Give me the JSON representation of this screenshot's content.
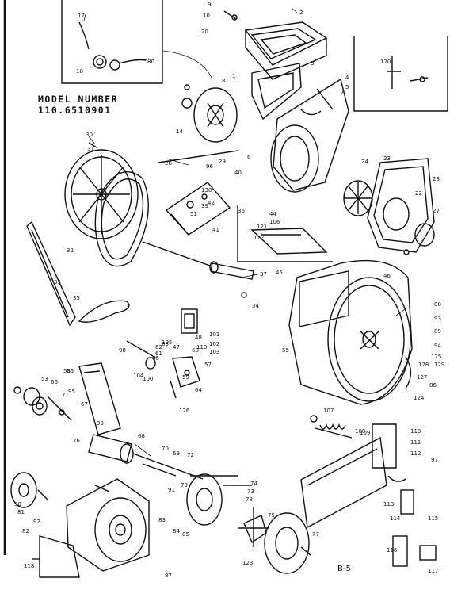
{
  "header": {
    "model_label": "MODEL NUMBER",
    "model_number": "110.6510901"
  },
  "page_label": "B-5",
  "callouts": [
    {
      "key": "17",
      "text": "17"
    },
    {
      "key": "18",
      "text": "18"
    },
    {
      "key": "80",
      "text": "80"
    },
    {
      "key": "1",
      "text": "1"
    },
    {
      "key": "2",
      "text": "2"
    },
    {
      "key": "3",
      "text": "3"
    },
    {
      "key": "4",
      "text": "4"
    },
    {
      "key": "5",
      "text": "5"
    },
    {
      "key": "6",
      "text": "6"
    },
    {
      "key": "7",
      "text": "7"
    },
    {
      "key": "8",
      "text": "8"
    },
    {
      "key": "9",
      "text": "9"
    },
    {
      "key": "10",
      "text": "10"
    },
    {
      "key": "14",
      "text": "14"
    },
    {
      "key": "20",
      "text": "20"
    },
    {
      "key": "22",
      "text": "22"
    },
    {
      "key": "23",
      "text": "23"
    },
    {
      "key": "24",
      "text": "24"
    },
    {
      "key": "26",
      "text": "26"
    },
    {
      "key": "27",
      "text": "27"
    },
    {
      "key": "28",
      "text": "28"
    },
    {
      "key": "29",
      "text": "29"
    },
    {
      "key": "30",
      "text": "30"
    },
    {
      "key": "31",
      "text": "31"
    },
    {
      "key": "32",
      "text": "32"
    },
    {
      "key": "33",
      "text": "33"
    },
    {
      "key": "34",
      "text": "34"
    },
    {
      "key": "35",
      "text": "35"
    },
    {
      "key": "36",
      "text": "36"
    },
    {
      "key": "37",
      "text": "37"
    },
    {
      "key": "39",
      "text": "39"
    },
    {
      "key": "40",
      "text": "40"
    },
    {
      "key": "41",
      "text": "41"
    },
    {
      "key": "42",
      "text": "42"
    },
    {
      "key": "44",
      "text": "44"
    },
    {
      "key": "45",
      "text": "45"
    },
    {
      "key": "46",
      "text": "46"
    },
    {
      "key": "47",
      "text": "47"
    },
    {
      "key": "48",
      "text": "48"
    },
    {
      "key": "51",
      "text": "51"
    },
    {
      "key": "53",
      "text": "53"
    },
    {
      "key": "55",
      "text": "55"
    },
    {
      "key": "56",
      "text": "56"
    },
    {
      "key": "57",
      "text": "57"
    },
    {
      "key": "58",
      "text": "58"
    },
    {
      "key": "59",
      "text": "59"
    },
    {
      "key": "60",
      "text": "60"
    },
    {
      "key": "61",
      "text": "61"
    },
    {
      "key": "62",
      "text": "62"
    },
    {
      "key": "63",
      "text": "63"
    },
    {
      "key": "64",
      "text": "64"
    },
    {
      "key": "65",
      "text": "65"
    },
    {
      "key": "66",
      "text": "66"
    },
    {
      "key": "67",
      "text": "67"
    },
    {
      "key": "68",
      "text": "68"
    },
    {
      "key": "69",
      "text": "69"
    },
    {
      "key": "70",
      "text": "70"
    },
    {
      "key": "71",
      "text": "71"
    },
    {
      "key": "72",
      "text": "72"
    },
    {
      "key": "73",
      "text": "73"
    },
    {
      "key": "74",
      "text": "74"
    },
    {
      "key": "75",
      "text": "75"
    },
    {
      "key": "76",
      "text": "76"
    },
    {
      "key": "77",
      "text": "77"
    },
    {
      "key": "78",
      "text": "78"
    },
    {
      "key": "79",
      "text": "79"
    },
    {
      "key": "81",
      "text": "81"
    },
    {
      "key": "82",
      "text": "82"
    },
    {
      "key": "83",
      "text": "83"
    },
    {
      "key": "84",
      "text": "84"
    },
    {
      "key": "85",
      "text": "85"
    },
    {
      "key": "86",
      "text": "86"
    },
    {
      "key": "87",
      "text": "87"
    },
    {
      "key": "88",
      "text": "88"
    },
    {
      "key": "89",
      "text": "89"
    },
    {
      "key": "90",
      "text": "90"
    },
    {
      "key": "91",
      "text": "91"
    },
    {
      "key": "92",
      "text": "92"
    },
    {
      "key": "93",
      "text": "93"
    },
    {
      "key": "94",
      "text": "94"
    },
    {
      "key": "95",
      "text": "95"
    },
    {
      "key": "96",
      "text": "96"
    },
    {
      "key": "97",
      "text": "97"
    },
    {
      "key": "98",
      "text": "98"
    },
    {
      "key": "99",
      "text": "99"
    },
    {
      "key": "100",
      "text": "100"
    },
    {
      "key": "101",
      "text": "101"
    },
    {
      "key": "102",
      "text": "102"
    },
    {
      "key": "103",
      "text": "103"
    },
    {
      "key": "104",
      "text": "104"
    },
    {
      "key": "105",
      "text": "105"
    },
    {
      "key": "106",
      "text": "106"
    },
    {
      "key": "107",
      "text": "107"
    },
    {
      "key": "108",
      "text": "108"
    },
    {
      "key": "109",
      "text": "109"
    },
    {
      "key": "110",
      "text": "110"
    },
    {
      "key": "111",
      "text": "111"
    },
    {
      "key": "112",
      "text": "112"
    },
    {
      "key": "113",
      "text": "113"
    },
    {
      "key": "114",
      "text": "114"
    },
    {
      "key": "115",
      "text": "115"
    },
    {
      "key": "116",
      "text": "116"
    },
    {
      "key": "117",
      "text": "117"
    },
    {
      "key": "118",
      "text": "118"
    },
    {
      "key": "119",
      "text": "119"
    },
    {
      "key": "120",
      "text": "120"
    },
    {
      "key": "121",
      "text": "121"
    },
    {
      "key": "122",
      "text": "122"
    },
    {
      "key": "123",
      "text": "123"
    },
    {
      "key": "124",
      "text": "124"
    },
    {
      "key": "125",
      "text": "125"
    },
    {
      "key": "126",
      "text": "126"
    },
    {
      "key": "127",
      "text": "127"
    },
    {
      "key": "128",
      "text": "128"
    },
    {
      "key": "129",
      "text": "129"
    },
    {
      "key": "130",
      "text": "130"
    }
  ]
}
